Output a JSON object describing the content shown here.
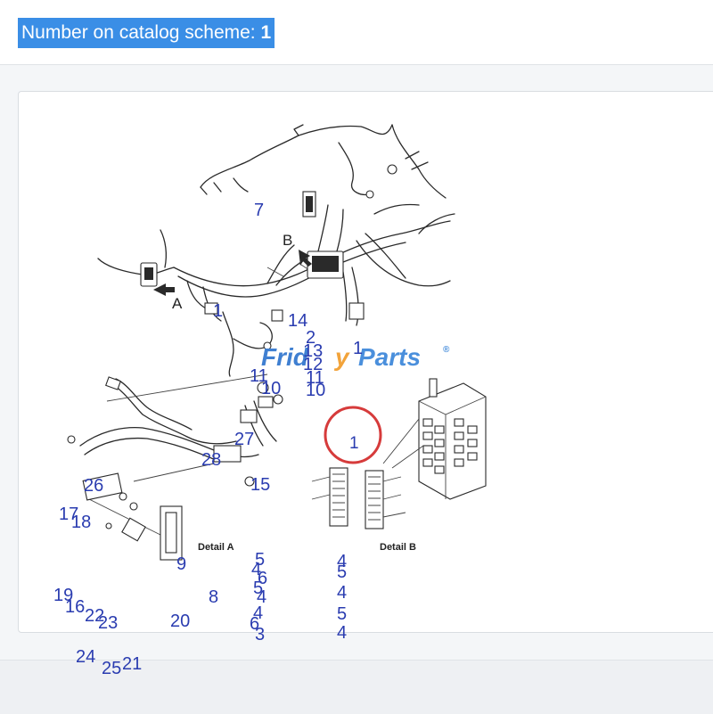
{
  "header": {
    "label_text": "Number on catalog scheme:",
    "label_number": "1"
  },
  "diagram": {
    "detail_labels": [
      "Detail A",
      "Detail B"
    ],
    "view_letters": [
      "A",
      "B"
    ],
    "callouts": [
      "7",
      "1",
      "14",
      "2",
      "13",
      "12",
      "11",
      "11",
      "10",
      "10",
      "27",
      "28",
      "15",
      "26",
      "17",
      "18",
      "9",
      "5",
      "4",
      "6",
      "5",
      "4",
      "4",
      "6",
      "3",
      "19",
      "16",
      "22",
      "23",
      "8",
      "20",
      "4",
      "5",
      "4",
      "5",
      "4",
      "24",
      "25",
      "21",
      "1"
    ],
    "highlighted_callout": "1",
    "highlight_color": "#d63b3b",
    "callout_color": "#2a3cb0"
  },
  "watermark": {
    "part1": "Frid",
    "part2": "y",
    "part3": "Parts",
    "mark": "®"
  }
}
